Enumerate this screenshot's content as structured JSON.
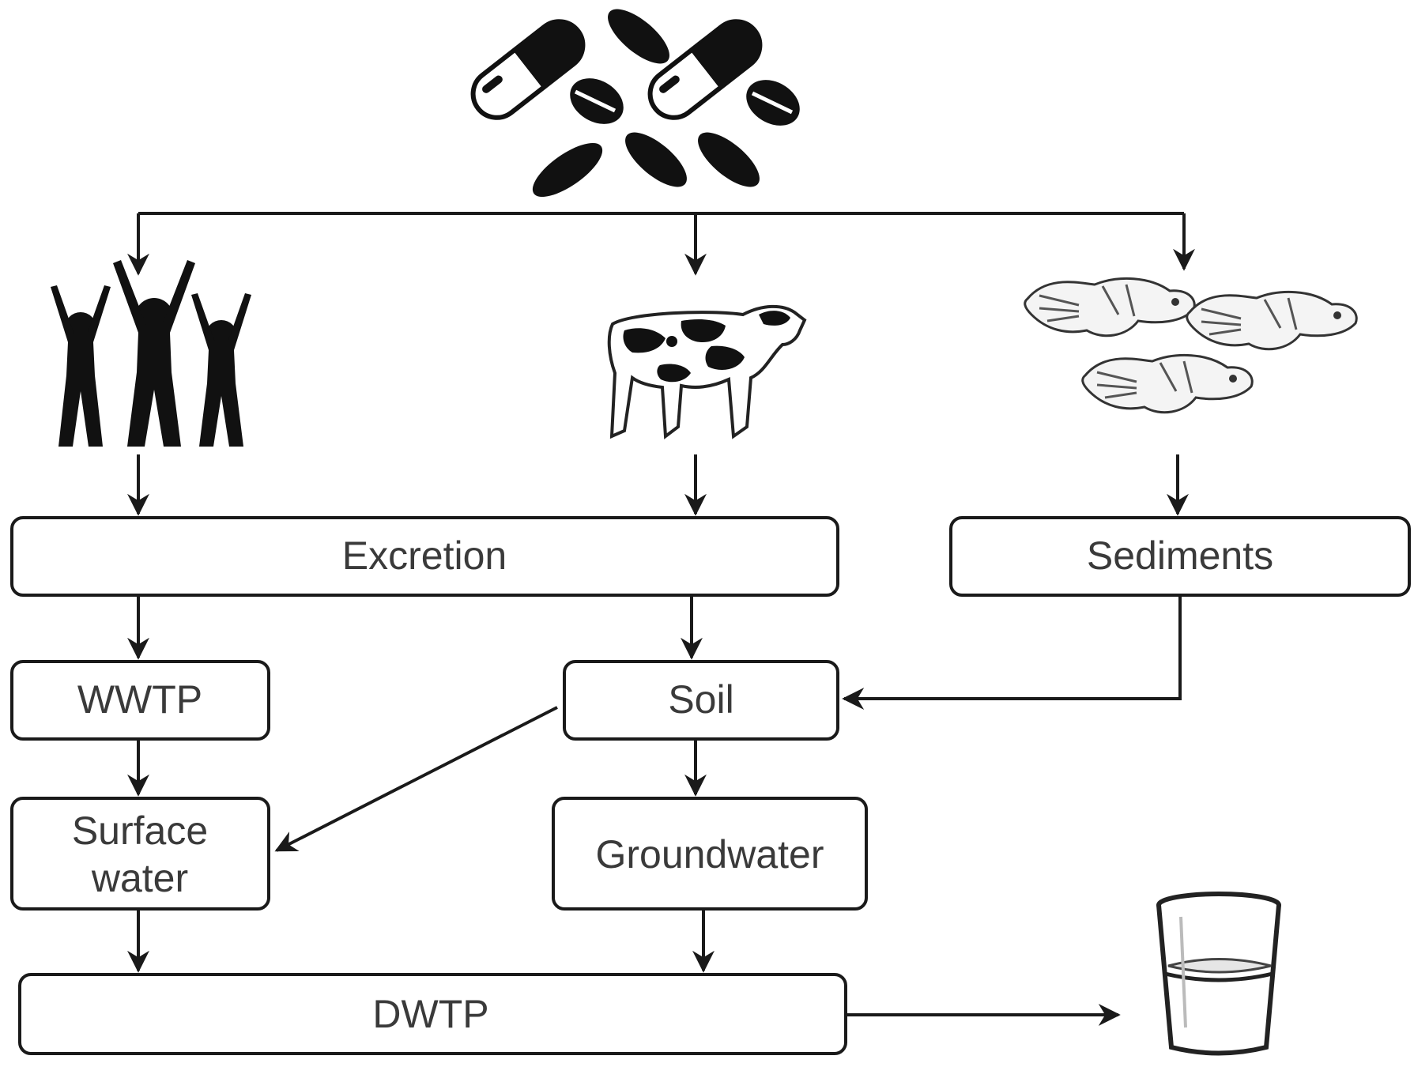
{
  "nodes": {
    "excretion": "Excretion",
    "sediments": "Sediments",
    "wwtp": "WWTP",
    "soil": "Soil",
    "surface_water_line1": "Surface",
    "surface_water_line2": "water",
    "groundwater": "Groundwater",
    "dwtp": "DWTP"
  },
  "icons": {
    "source": "pills-icon",
    "humans": "people-icon",
    "livestock": "cow-icon",
    "aquatic": "fish-icon",
    "consumer": "drinking-glass-icon"
  },
  "colors": {
    "ink": "#111111",
    "text": "#3a3a3a",
    "background": "#ffffff"
  }
}
